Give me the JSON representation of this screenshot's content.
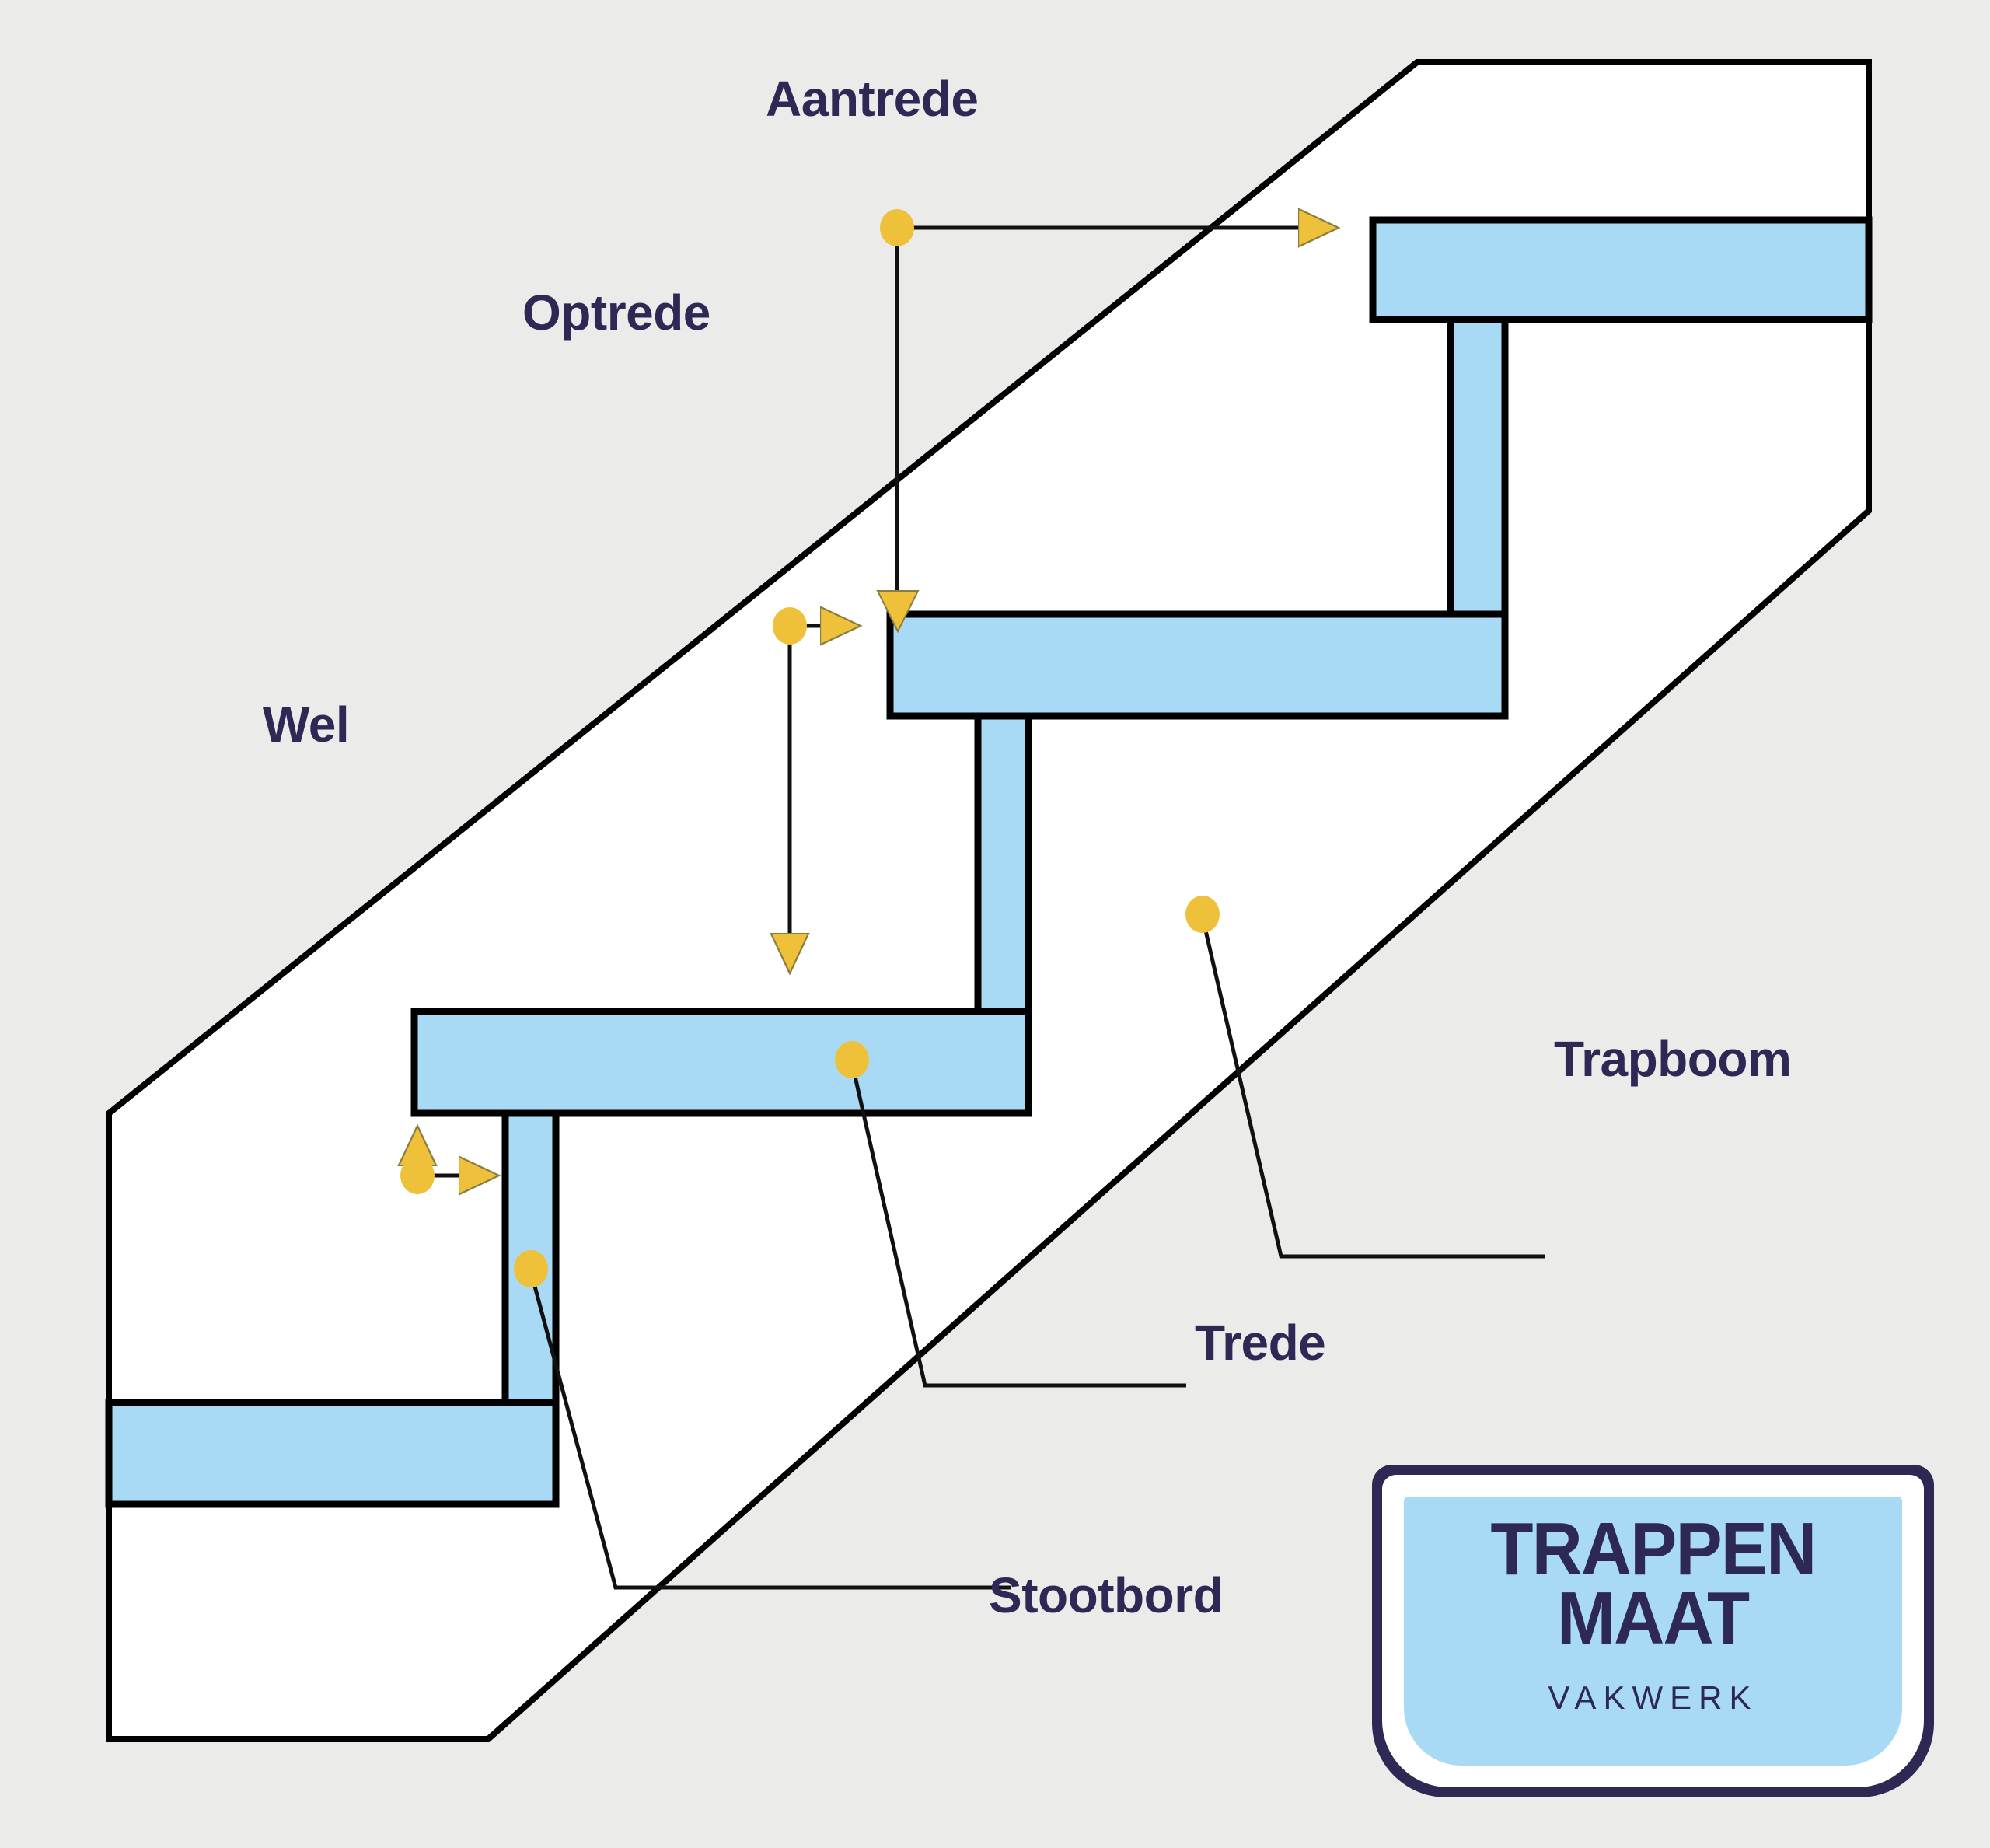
{
  "diagram": {
    "title": "Trap onderdelen (staircase parts) diagram",
    "background_color": "#ebebe9",
    "stringer_fill": "#ffffff",
    "part_fill": "#a9daf5",
    "outline_color": "#000000",
    "marker_color": "#efc13a",
    "text_color": "#2e2855"
  },
  "labels": {
    "aantrede": "Aantrede",
    "optrede": "Optrede",
    "wel": "Wel",
    "trapboom": "Trapboom",
    "trede": "Trede",
    "stootbord": "Stootbord"
  },
  "logo": {
    "line1": "TRAPPEN",
    "line2": "MAAT",
    "line3": "VAKWERK",
    "badge_border_color": "#2e2855",
    "badge_fill_color": "#a9daf5"
  }
}
